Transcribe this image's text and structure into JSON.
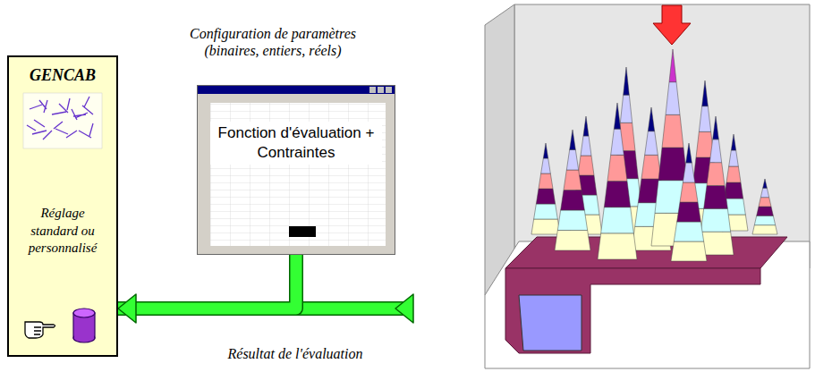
{
  "diagram": {
    "nodes": [
      {
        "text": [
          "GENCAB",
          "Réglage standard ou personnalisé"
        ]
      },
      {
        "text": [
          "Fonction d'évaluation + Contraintes"
        ]
      }
    ],
    "edges": [
      {
        "from": 0,
        "to": 1,
        "arrow": "to",
        "label": "Configuration de paramètres (binaires, entiers, réels)"
      },
      {
        "from": 1,
        "to": 0,
        "arrow": "to",
        "label": "Résultat de l'évaluation"
      }
    ]
  }
}
